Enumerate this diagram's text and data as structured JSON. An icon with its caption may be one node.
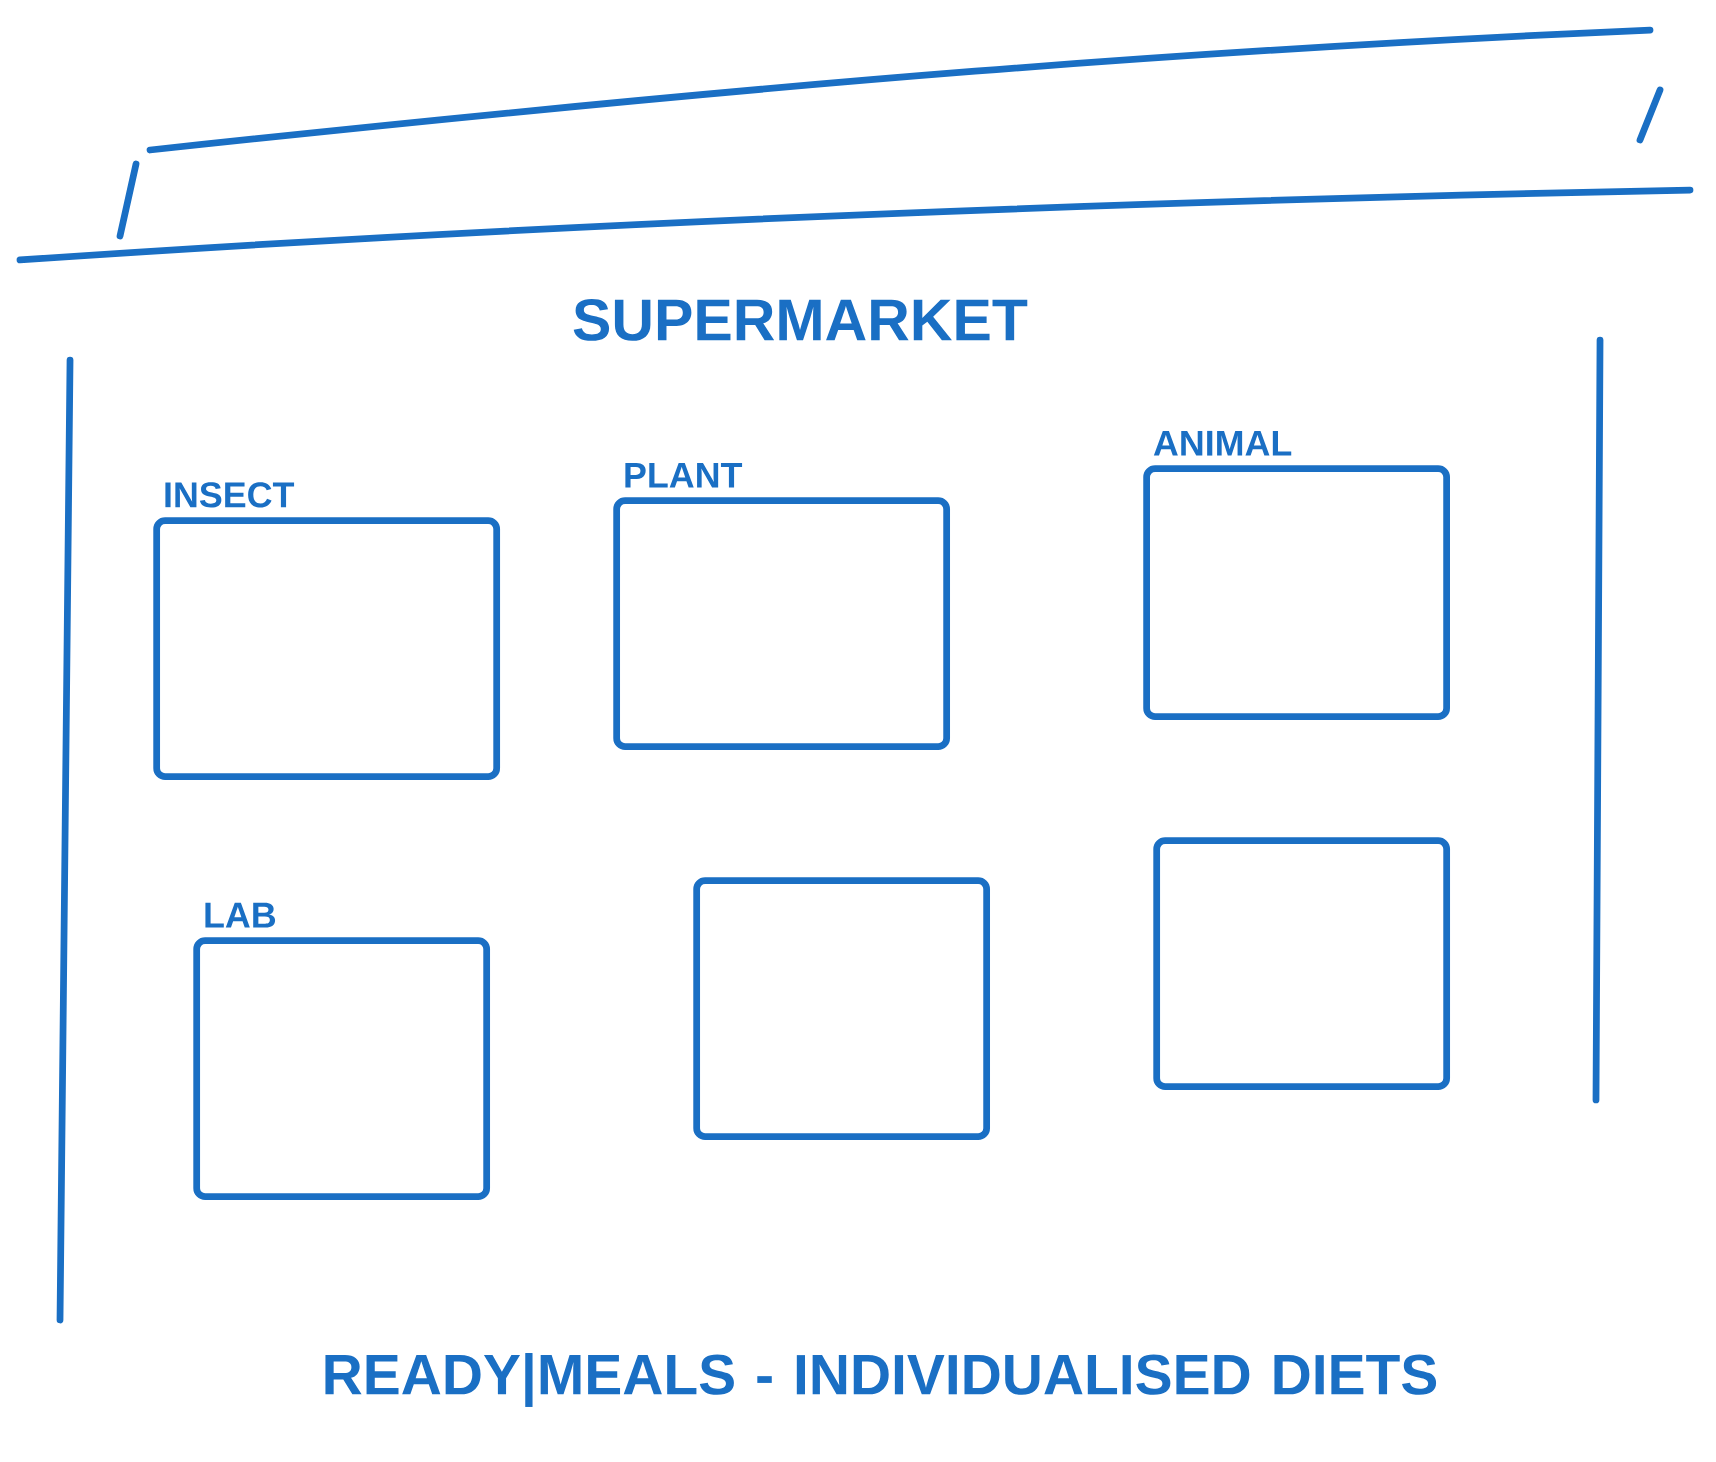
{
  "diagram": {
    "nodes": [
      {
        "text": [
          "SUPERMARKET"
        ]
      },
      {
        "text": [
          "INSECT"
        ],
        "in": 0
      },
      {
        "text": [
          "PLANT"
        ],
        "in": 0
      },
      {
        "text": [
          "ANIMAL"
        ],
        "in": 0
      },
      {
        "text": [
          "LAB"
        ],
        "in": 0
      },
      {
        "text": [],
        "shape": "box",
        "in": 0
      },
      {
        "text": [],
        "shape": "box",
        "in": 0
      }
    ],
    "labels": [
      "READY|MEALS - INDIVIDUALISED DIETS"
    ]
  }
}
